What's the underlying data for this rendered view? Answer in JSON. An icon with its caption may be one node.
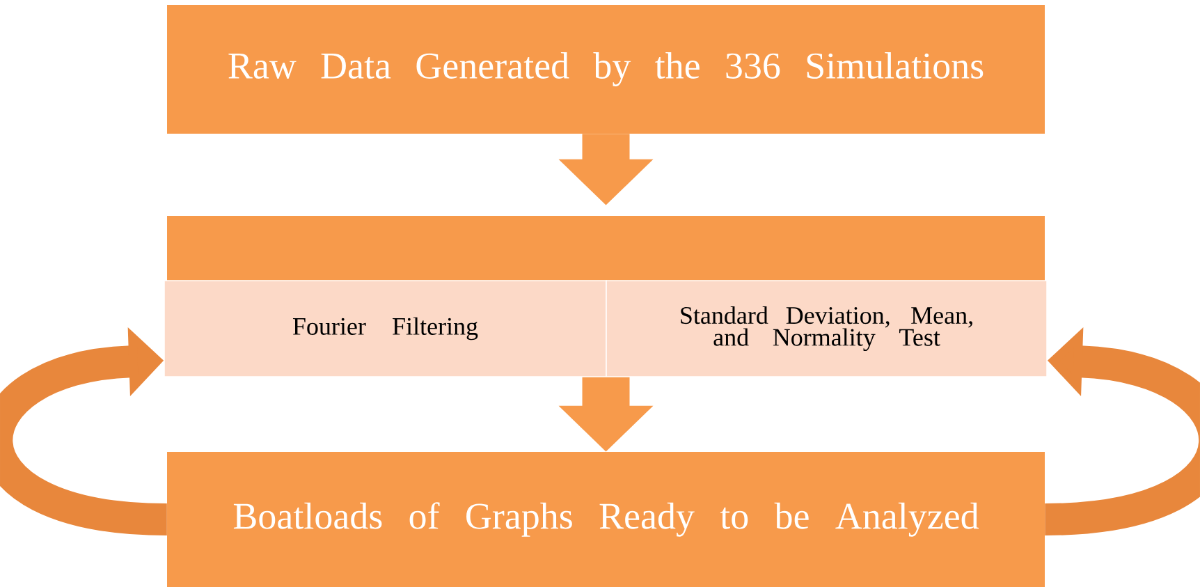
{
  "diagram": {
    "nodes": [
      {
        "text": [
          "Raw Data Generated by the 336 Simulations"
        ]
      },
      {
        "text": [],
        "shape": "box"
      },
      {
        "text": [
          "Fourier Filtering"
        ]
      },
      {
        "text": [
          "Standard Deviation, Mean, and Normality Test"
        ]
      },
      {
        "text": [
          "Boatloads of Graphs Ready to be Analyzed"
        ]
      }
    ],
    "edges": [
      {
        "from": 0,
        "to": 1,
        "arrow": "to"
      },
      {
        "from": 2,
        "to": 4,
        "arrow": "to"
      },
      {
        "from": 3,
        "to": 4,
        "arrow": "to"
      },
      {
        "from": 4,
        "to": 2,
        "arrow": "to"
      },
      {
        "from": 4,
        "to": 3,
        "arrow": "to"
      }
    ]
  }
}
